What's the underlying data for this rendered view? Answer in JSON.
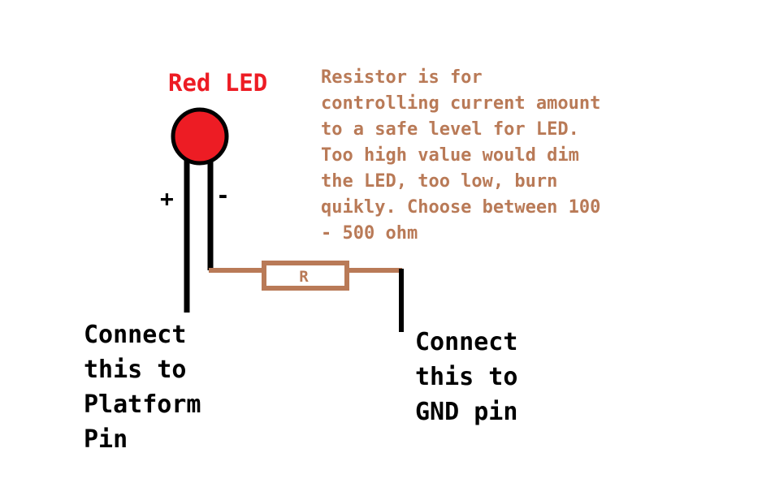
{
  "diagram": {
    "led_label": "Red LED",
    "resistor_note": "Resistor is for\ncontrolling current amount\nto a safe level for LED.\nToo high value would dim\nthe LED, too low, burn\nquikly. Choose between 100\n- 500 ohm",
    "plus_sign": "+",
    "minus_sign": "-",
    "resistor_label": "R",
    "left_connection": "Connect\nthis to\nPlatform\nPin",
    "right_connection": "Connect\nthis to\nGND pin"
  },
  "colors": {
    "led_fill": "#ED1C24",
    "led_label": "#ED1C24",
    "resistor": "#B97A57",
    "note_text": "#B97A57",
    "wire": "#000000",
    "text": "#000000",
    "background": "#FFFFFF"
  }
}
